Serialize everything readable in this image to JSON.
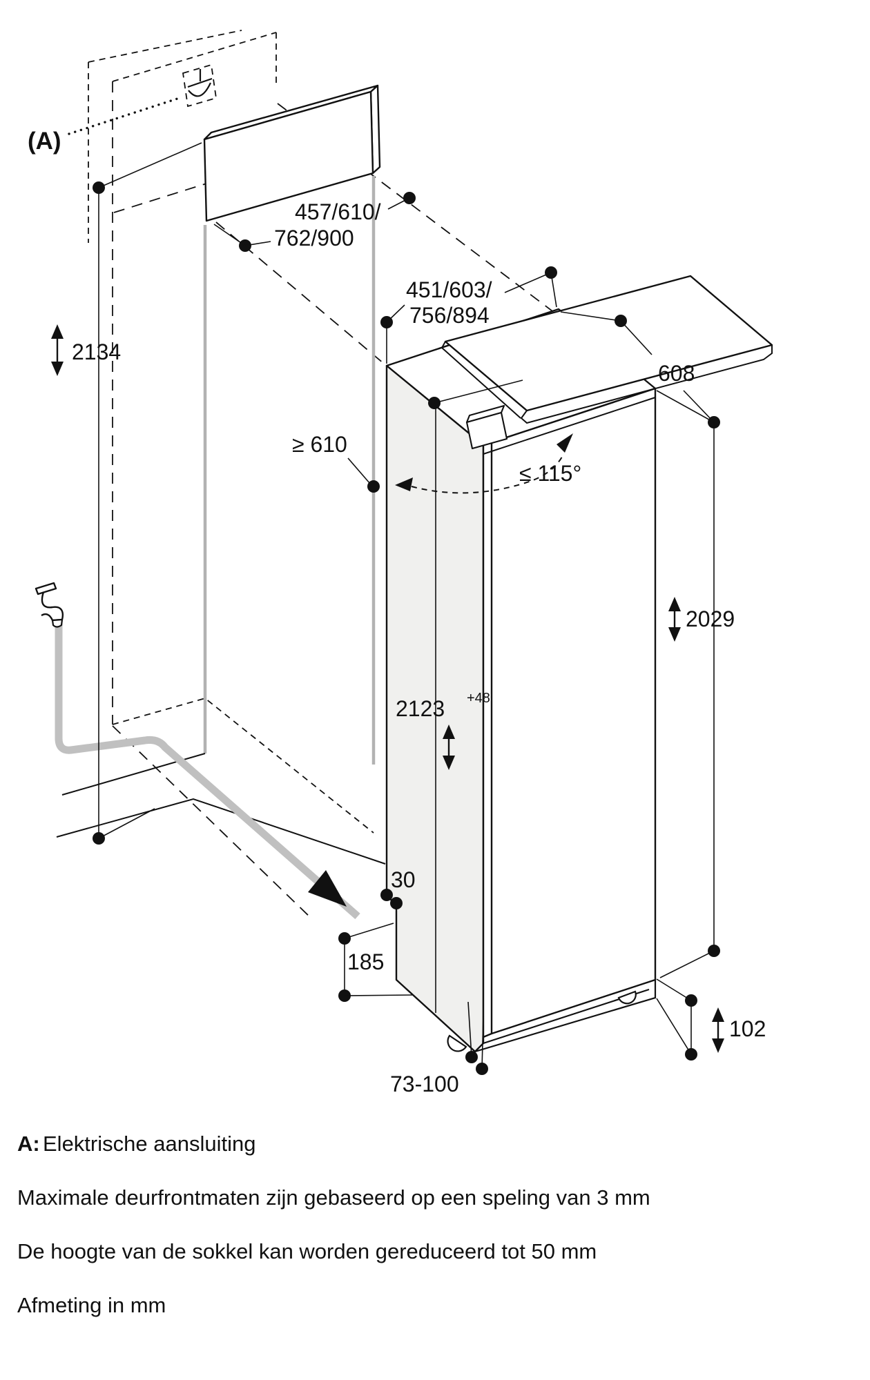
{
  "diagram": {
    "marker": "(A)",
    "dimensions": {
      "door_front_widths_line1": "457/610/",
      "door_front_widths_line2": "762/900",
      "niche_widths_line1": "451/603/",
      "niche_widths_line2": "756/894",
      "appliance_depth": "608",
      "left_height": "2134",
      "min_niche_depth": "≥ 610",
      "door_opening_angle": "≤ 115°",
      "door_front_height": "2029",
      "niche_height_value": "2123",
      "niche_height_tolerance": "+48",
      "rear_gap": "30",
      "water_connection": "185",
      "plinth_adjust_range": "73-100",
      "plinth_height": "102"
    },
    "notes": {
      "a_label": "A:",
      "a_text": "Elektrische aansluiting",
      "line2": "Maximale deurfrontmaten zijn gebaseerd op een speling van 3 mm",
      "line3": "De hoogte van de sokkel kan worden gereduceerd tot 50 mm",
      "line4": "Afmeting in mm"
    },
    "colors": {
      "line": "#111111",
      "gray_line": "#b2b2b2",
      "side_face": "#f0f0ee",
      "background": "#ffffff"
    }
  }
}
